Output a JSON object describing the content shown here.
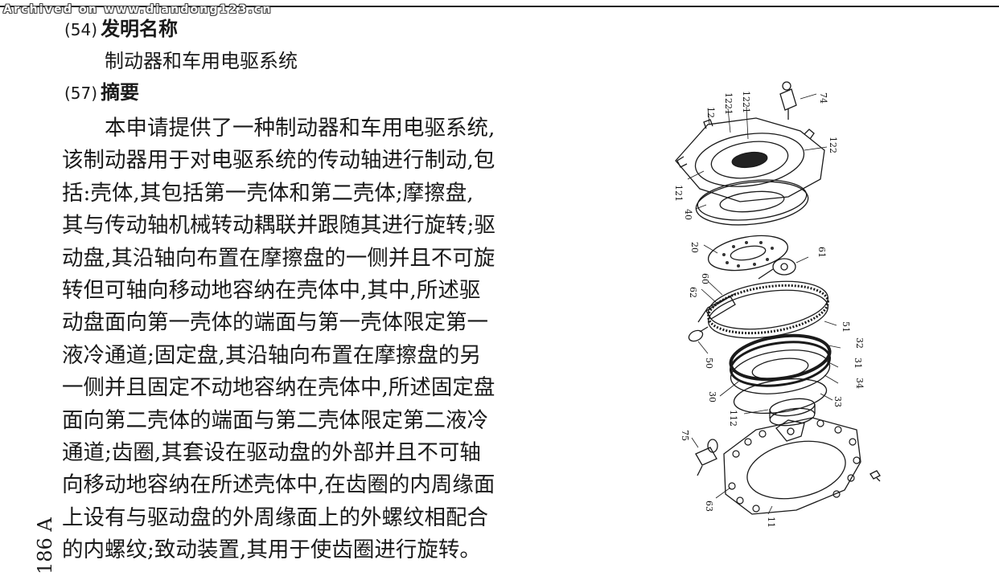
{
  "watermark": "Archived on www.diandong123.cn",
  "section54": {
    "number": "(54)",
    "label": "发明名称"
  },
  "title": "制动器和车用电驱系统",
  "section57": {
    "number": "(57)",
    "label": "摘要"
  },
  "abstract_lines": [
    "本申请提供了一种制动器和车用电驱系统,",
    "该制动器用于对电驱系统的传动轴进行制动,包",
    "括:壳体,其包括第一壳体和第二壳体;摩擦盘,",
    "其与传动轴机械转动耦联并跟随其进行旋转;驱",
    "动盘,其沿轴向布置在摩擦盘的一侧并且不可旋",
    "转但可轴向移动地容纳在壳体中,其中,所述驱",
    "动盘面向第一壳体的端面与第一壳体限定第一",
    "液冷通道;固定盘,其沿轴向布置在摩擦盘的另",
    "一侧并且固定不动地容纳在壳体中,所述固定盘",
    "面向第二壳体的端面与第二壳体限定第二液冷",
    "通道;齿圈,其套设在驱动盘的外部并且不可轴",
    "向移动地容纳在所述壳体中,在齿圈的内周缘面",
    "上设有与驱动盘的外周缘面上的外螺纹相配合",
    "的内螺纹;致动装置,其用于使齿圈进行旋转。"
  ],
  "side_code": "186 A",
  "figure_labels": {
    "l12": "12",
    "l1221a": "1221",
    "l1221b": "1221",
    "l74": "74",
    "l122": "122",
    "l121": "121",
    "l40": "40",
    "l20": "20",
    "l61": "61",
    "l62": "62",
    "l60": "60",
    "l51": "51",
    "l32": "32",
    "l50": "50",
    "l31": "31",
    "l34": "34",
    "l30": "30",
    "l33": "33",
    "l112": "112",
    "l75": "75",
    "l63": "63",
    "l11": "11"
  }
}
